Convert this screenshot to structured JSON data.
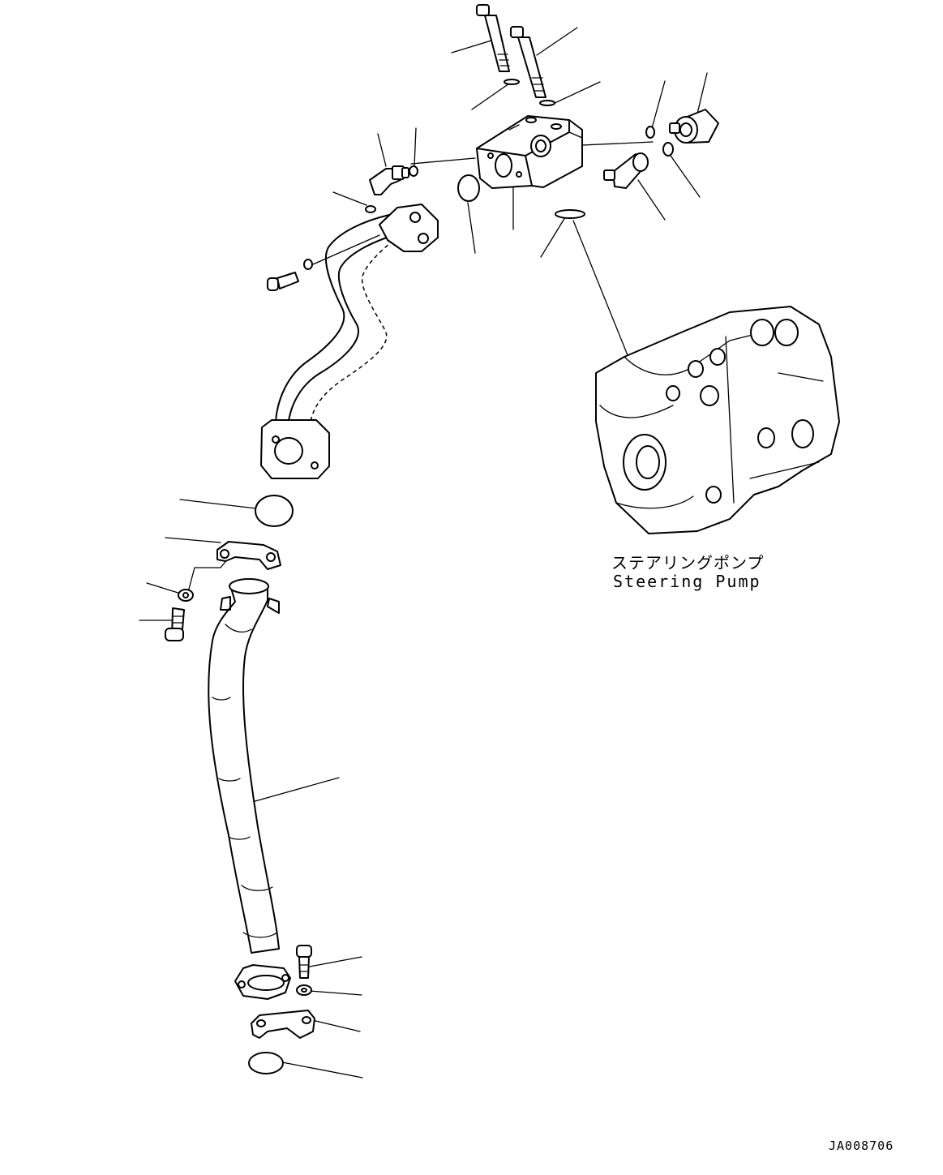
{
  "diagram": {
    "component_label_jp": "ステアリングポンプ",
    "component_label_en": "Steering Pump",
    "drawing_id": "JA008706"
  }
}
